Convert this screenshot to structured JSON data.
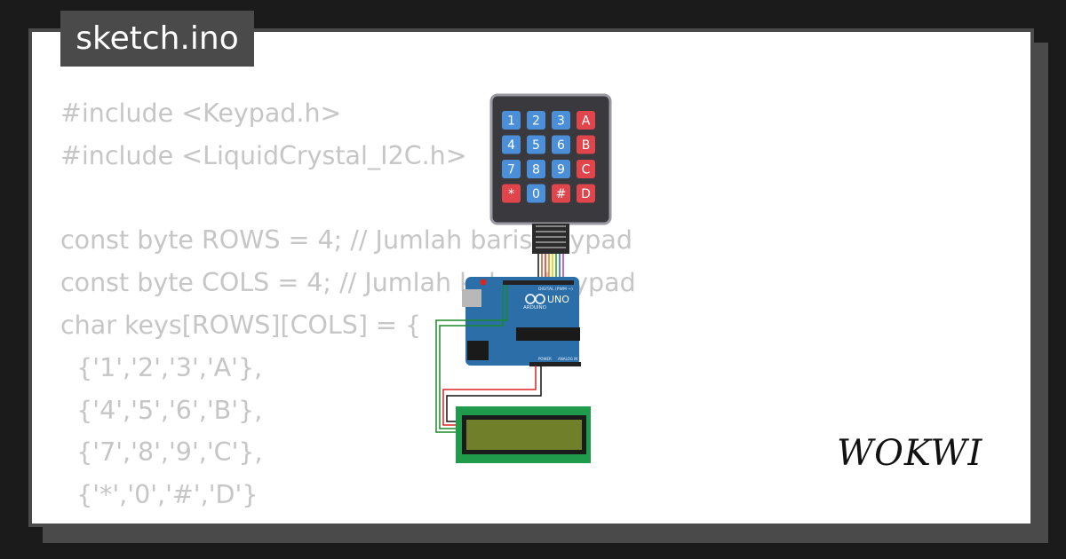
{
  "file_tab": {
    "name": "sketch.ino"
  },
  "code_lines": [
    "#include <Keypad.h>",
    "#include <LiquidCrystal_I2C.h>",
    "",
    "const byte ROWS = 4; // Jumlah baris keypad",
    "const byte COLS = 4; // Jumlah kolom keypad",
    "char keys[ROWS][COLS] = {",
    "  {'1','2','3','A'},",
    "  {'4','5','6','B'},",
    "  {'7','8','9','C'},",
    "  {'*','0','#','D'}",
    "};"
  ],
  "keypad": {
    "rows": [
      [
        "1",
        "2",
        "3",
        "A"
      ],
      [
        "4",
        "5",
        "6",
        "B"
      ],
      [
        "7",
        "8",
        "9",
        "C"
      ],
      [
        "*",
        "0",
        "#",
        "D"
      ]
    ]
  },
  "board": {
    "model": "UNO",
    "brand": "ARDUINO",
    "digital_label": "DIGITAL (PWM ~)",
    "power_label": "POWER",
    "analog_label": "ANALOG IN"
  },
  "brand_logo": {
    "text": "WOKWI"
  },
  "colors": {
    "background": "#1b1b1b",
    "card": "#ffffff",
    "frame": "#4a4a4a",
    "code_text": "#c6c6c6",
    "keypad_body": "#3a3a3e",
    "key_blue": "#4a8fd8",
    "key_red": "#e0454c",
    "board_blue": "#2c6fa8",
    "lcd_green": "#1f9b4b",
    "lcd_screen": "#6f7f2a"
  },
  "icons": {
    "logo": "wokwi-logo"
  }
}
